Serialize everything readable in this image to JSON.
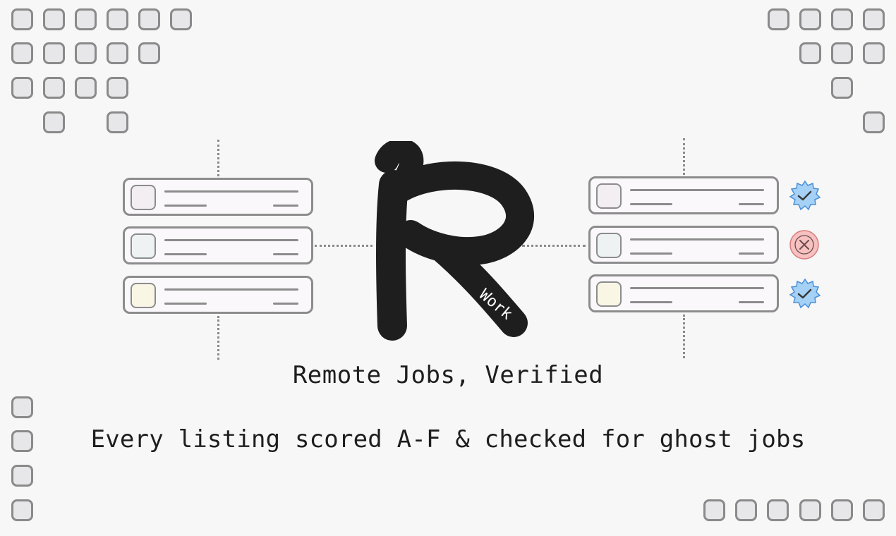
{
  "logo": {
    "letter": "R",
    "sub_label": "Work"
  },
  "tagline": "Remote Jobs, Verified",
  "subtitle": "Every listing scored A-F & checked for ghost jobs",
  "colors": {
    "background": "#f7f7f7",
    "outline": "#8c8c8c",
    "square_fill": "#e7e7ea",
    "logo": "#1f1e1f",
    "verified_badge": "#a5d1f7",
    "rejected_badge": "#f7c1c1"
  },
  "left_listings": [
    {
      "box_fill": "#f2eef2"
    },
    {
      "box_fill": "#eef2f2"
    },
    {
      "box_fill": "#faf6e6"
    }
  ],
  "right_listings": [
    {
      "box_fill": "#f2eef2",
      "status": "verified",
      "status_icon": "verified-check-badge-icon"
    },
    {
      "box_fill": "#eef2f2",
      "status": "rejected",
      "status_icon": "rejected-x-circle-icon"
    },
    {
      "box_fill": "#faf6e6",
      "status": "verified",
      "status_icon": "verified-check-badge-icon"
    }
  ]
}
